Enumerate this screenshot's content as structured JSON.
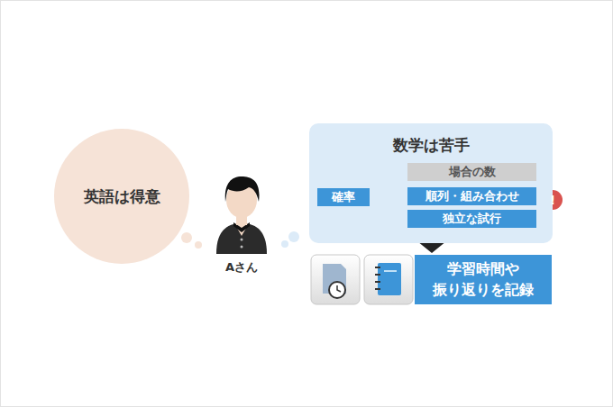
{
  "diagram": {
    "nodes": [
      {
        "text": [
          "英語は得意"
        ]
      },
      {
        "text": [
          "数学は苦手"
        ]
      },
      {
        "text": [
          "確率"
        ],
        "in": 1
      },
      {
        "text": [
          "場合の数"
        ],
        "in": 1
      },
      {
        "text": [
          "順列・組み合わせ"
        ],
        "in": 1
      },
      {
        "text": [
          "独立な試行"
        ],
        "in": 1
      },
      {
        "text": [
          "学習時間や 振り返りを記録"
        ]
      }
    ],
    "edges": [
      {
        "from": 2,
        "to": 3,
        "arrow": "none"
      },
      {
        "from": 2,
        "to": 4,
        "arrow": "none"
      },
      {
        "from": 2,
        "to": 5,
        "arrow": "none"
      }
    ],
    "labels": [
      "Aさん",
      "!"
    ]
  }
}
